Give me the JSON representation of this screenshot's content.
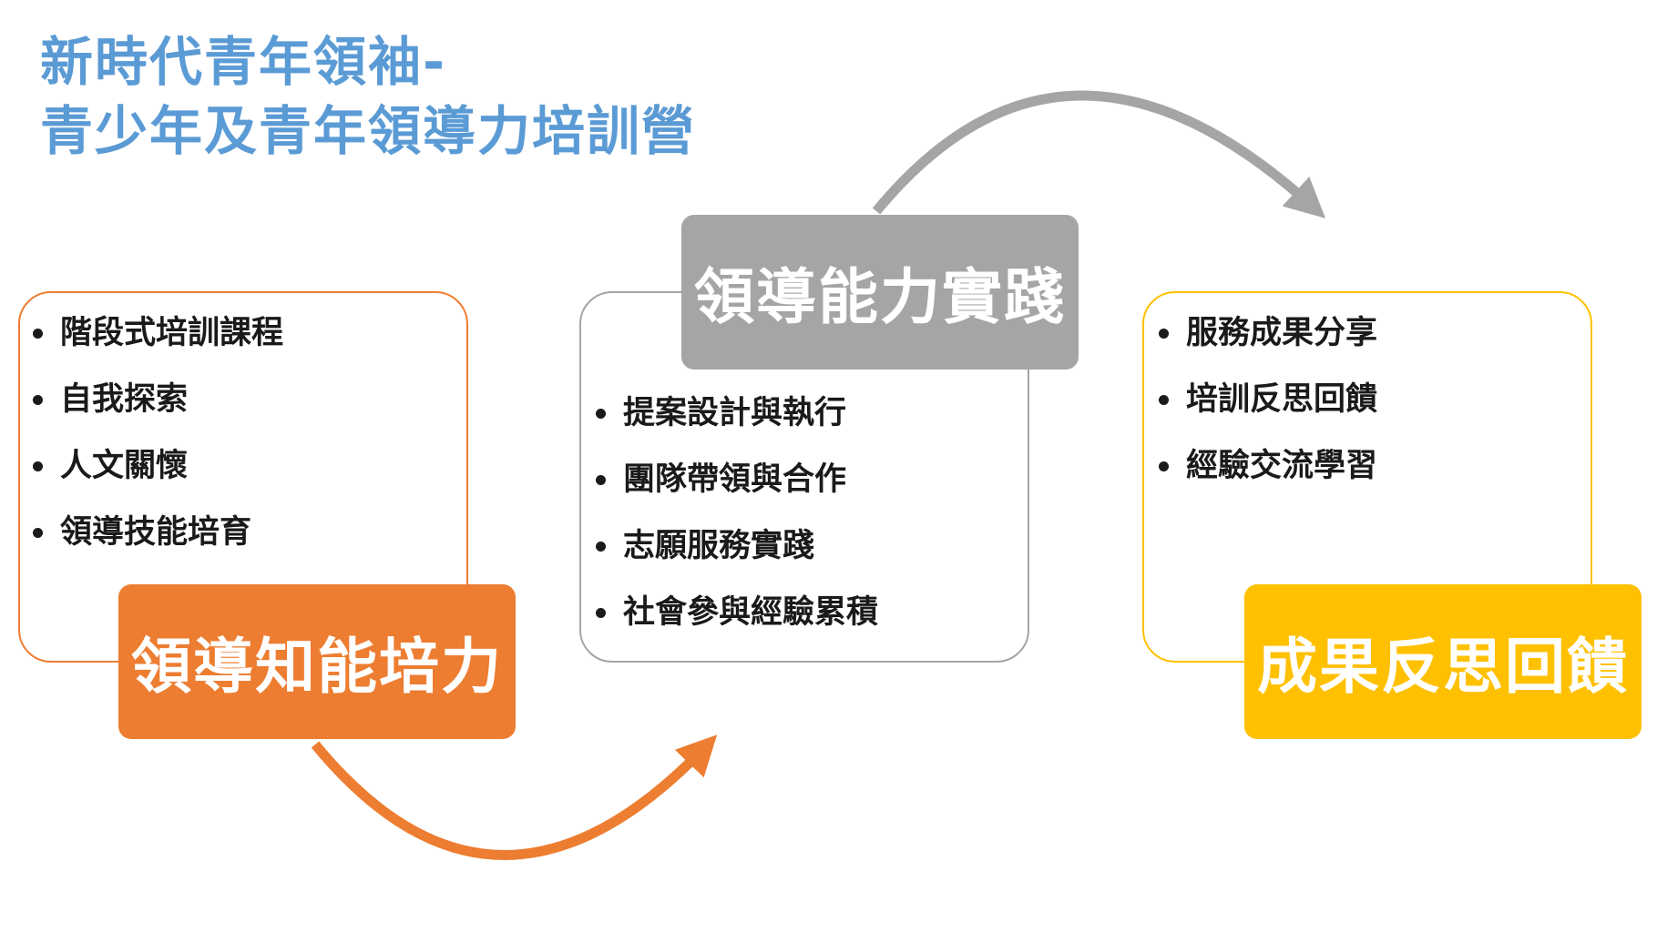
{
  "title": {
    "line1": "新時代青年領袖-",
    "line2": "青少年及青年領導力培訓營"
  },
  "colors": {
    "title": "#5B9BD5",
    "stage1": "#ED7D31",
    "stage2": "#A5A5A5",
    "stage3": "#FFC000",
    "bullet_text": "#1a1a1a"
  },
  "stages": [
    {
      "label": "領導知能培力",
      "items": [
        "階段式培訓課程",
        "自我探索",
        "人文關懷",
        "領導技能培育"
      ]
    },
    {
      "label": "領導能力實踐",
      "items": [
        "提案設計與執行",
        "團隊帶領與合作",
        "志願服務實踐",
        "社會參與經驗累積"
      ]
    },
    {
      "label": "成果反思回饋",
      "items": [
        "服務成果分享",
        "培訓反思回饋",
        "經驗交流學習"
      ]
    }
  ],
  "arrows": [
    {
      "from": "領導知能培力",
      "to": "領導能力實踐",
      "color": "#ED7D31"
    },
    {
      "from": "領導能力實踐",
      "to": "成果反思回饋",
      "color": "#A5A5A5"
    }
  ]
}
